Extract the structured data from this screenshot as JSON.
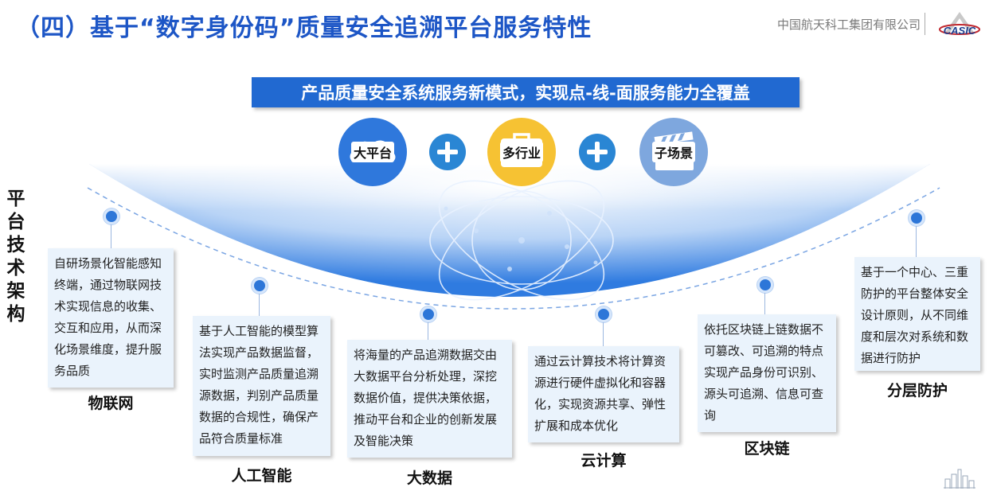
{
  "header": {
    "title": "（四）基于“数字身份码”质量安全追溯平台服务特性",
    "company": "中国航天科工集团有限公司",
    "logo_text": "CASIC"
  },
  "banner": "产品质量安全系统服务新模式，实现点-线-面服务能力全覆盖",
  "pillars": [
    {
      "label": "大平台",
      "icon": "cloud-icon"
    },
    {
      "label": "多行业",
      "icon": "briefcase-icon"
    },
    {
      "label": "子场景",
      "icon": "clapperboard-icon"
    }
  ],
  "vertical_title": "平台技术架构",
  "features": [
    {
      "label": "物联网",
      "text": "自研场景化智能感知终端，通过物联网技术实现信息的收集、交互和应用，从而深化场景维度，提升服务品质"
    },
    {
      "label": "人工智能",
      "text": "基于人工智能的模型算法实现产品数据监督，实时监测产品质量追溯源数据，判别产品质量数据的合规性，确保产品符合质量标准"
    },
    {
      "label": "大数据",
      "text": "将海量的产品追溯数据交由大数据平台分析处理，深挖数据价值，提供决策依据，推动平台和企业的创新发展及智能决策"
    },
    {
      "label": "云计算",
      "text": "通过云计算技术将计算资源进行硬件虚拟化和容器化，实现资源共享、弹性扩展和成本优化"
    },
    {
      "label": "区块链",
      "text": "依托区块链上链数据不可篡改、可追溯的特点实现产品身份可识别、源头可追溯、信息可查询"
    },
    {
      "label": "分层防护",
      "text": "基于一个中心、三重防护的平台整体安全设计原则，从不同维度和层次对系统和数据进行防护"
    }
  ],
  "colors": {
    "title_blue": "#1d56c6",
    "banner_blue": "#2169d1",
    "card_bg": "#eaf3fc",
    "cloud_circle": "#2f78dc",
    "briefcase_circle": "#f6c233",
    "clapper_circle": "#7ea7de"
  }
}
